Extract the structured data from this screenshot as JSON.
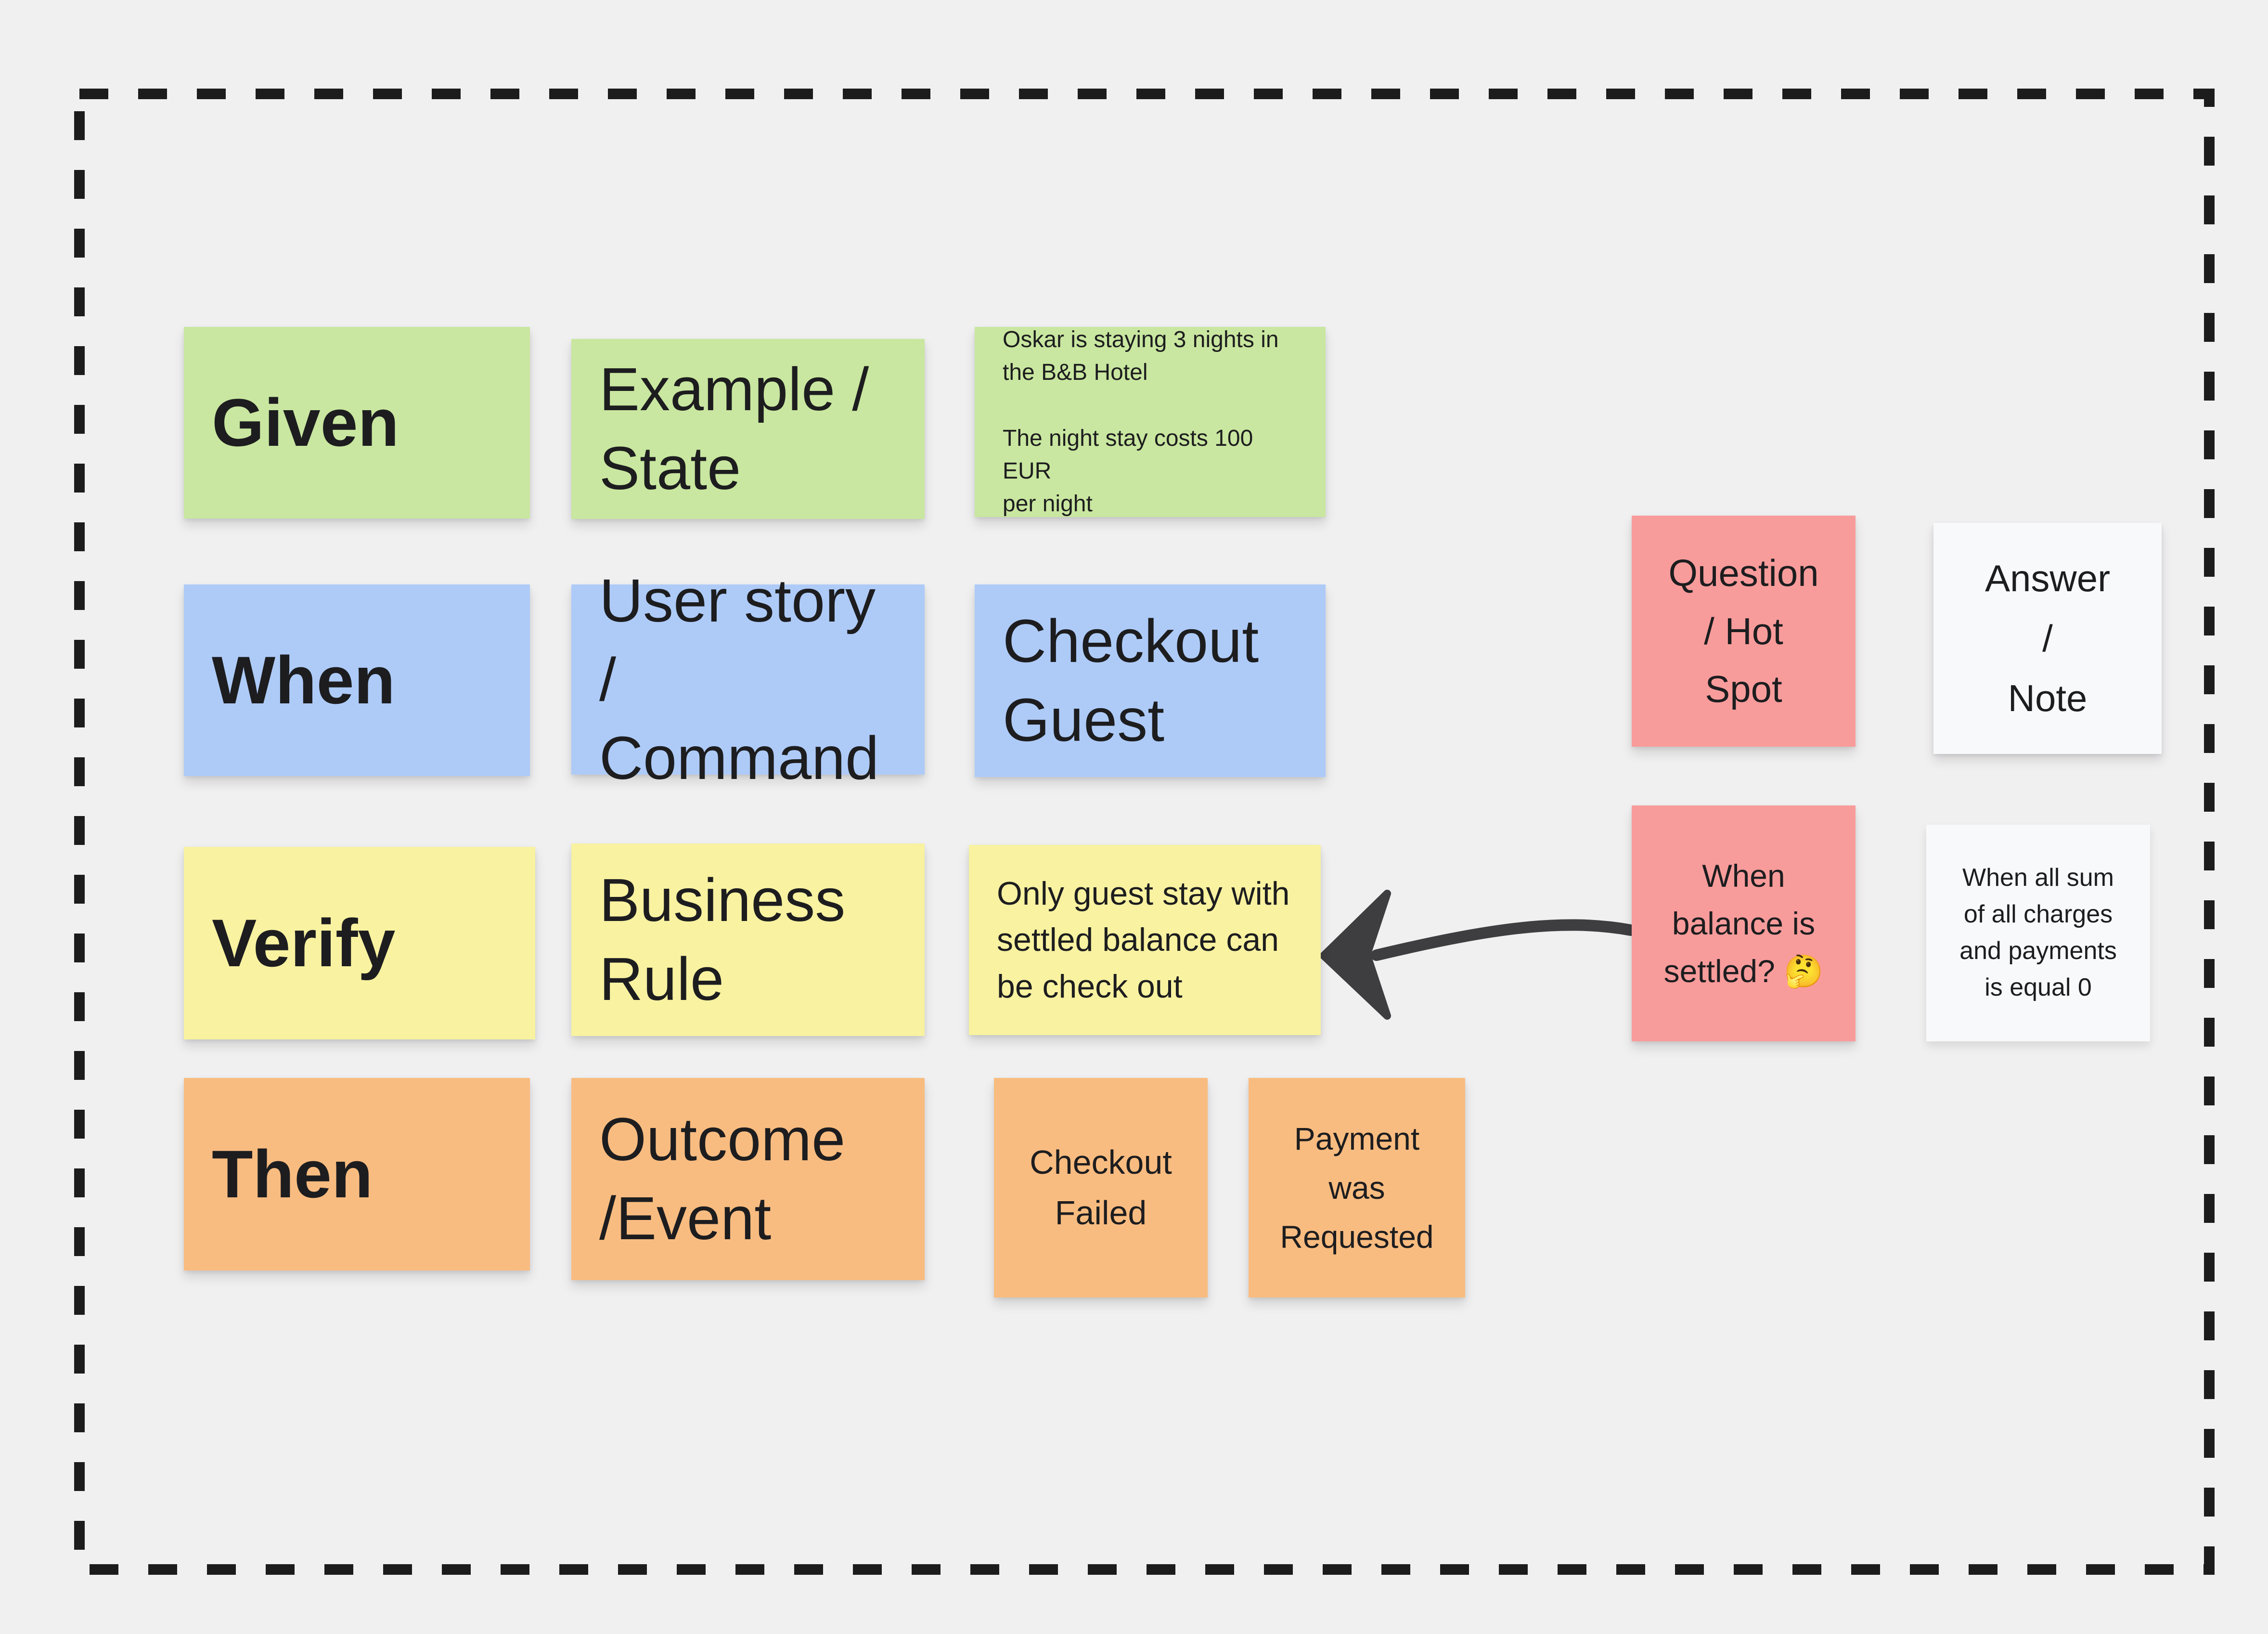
{
  "board": {
    "background_color": "#f0f0f1",
    "frame_color": "#1c1c1c",
    "arrow_color": "#3e3e40",
    "text_color": "#1d1d1f"
  },
  "palette": {
    "green": "#c9e7a0",
    "blue": "#aecbf8",
    "yellow": "#f8f2a1",
    "orange": "#f9bc80",
    "pink": "#f89c9b",
    "white": "#f8f9fb"
  },
  "notes": {
    "given": {
      "text": "Given"
    },
    "example_state": {
      "text": "Example /\nState"
    },
    "oskar_example": {
      "text": "Oskar is staying 3 nights in\nthe B&B Hotel\n\nThe night stay costs 100 EUR\nper night"
    },
    "when": {
      "text": "When"
    },
    "user_story": {
      "text": "User story /\nCommand"
    },
    "checkout_guest": {
      "text": "Checkout\nGuest"
    },
    "verify": {
      "text": "Verify"
    },
    "business_rule": {
      "text": "Business\nRule"
    },
    "only_guest": {
      "text": "Only guest stay with\nsettled balance can\nbe check out"
    },
    "then": {
      "text": "Then"
    },
    "outcome_event": {
      "text": "Outcome\n/Event"
    },
    "checkout_failed": {
      "text": "Checkout\nFailed"
    },
    "payment_requested": {
      "text": "Payment\nwas\nRequested"
    },
    "question_hotspot": {
      "text": "Question\n/ Hot\nSpot"
    },
    "answer_note": {
      "text": "Answer\n/\nNote"
    },
    "when_balance": {
      "text": "When\nbalance is\nsettled? 🤔"
    },
    "when_all_sum": {
      "text": "When all sum\nof all charges\nand payments\nis equal 0"
    }
  }
}
